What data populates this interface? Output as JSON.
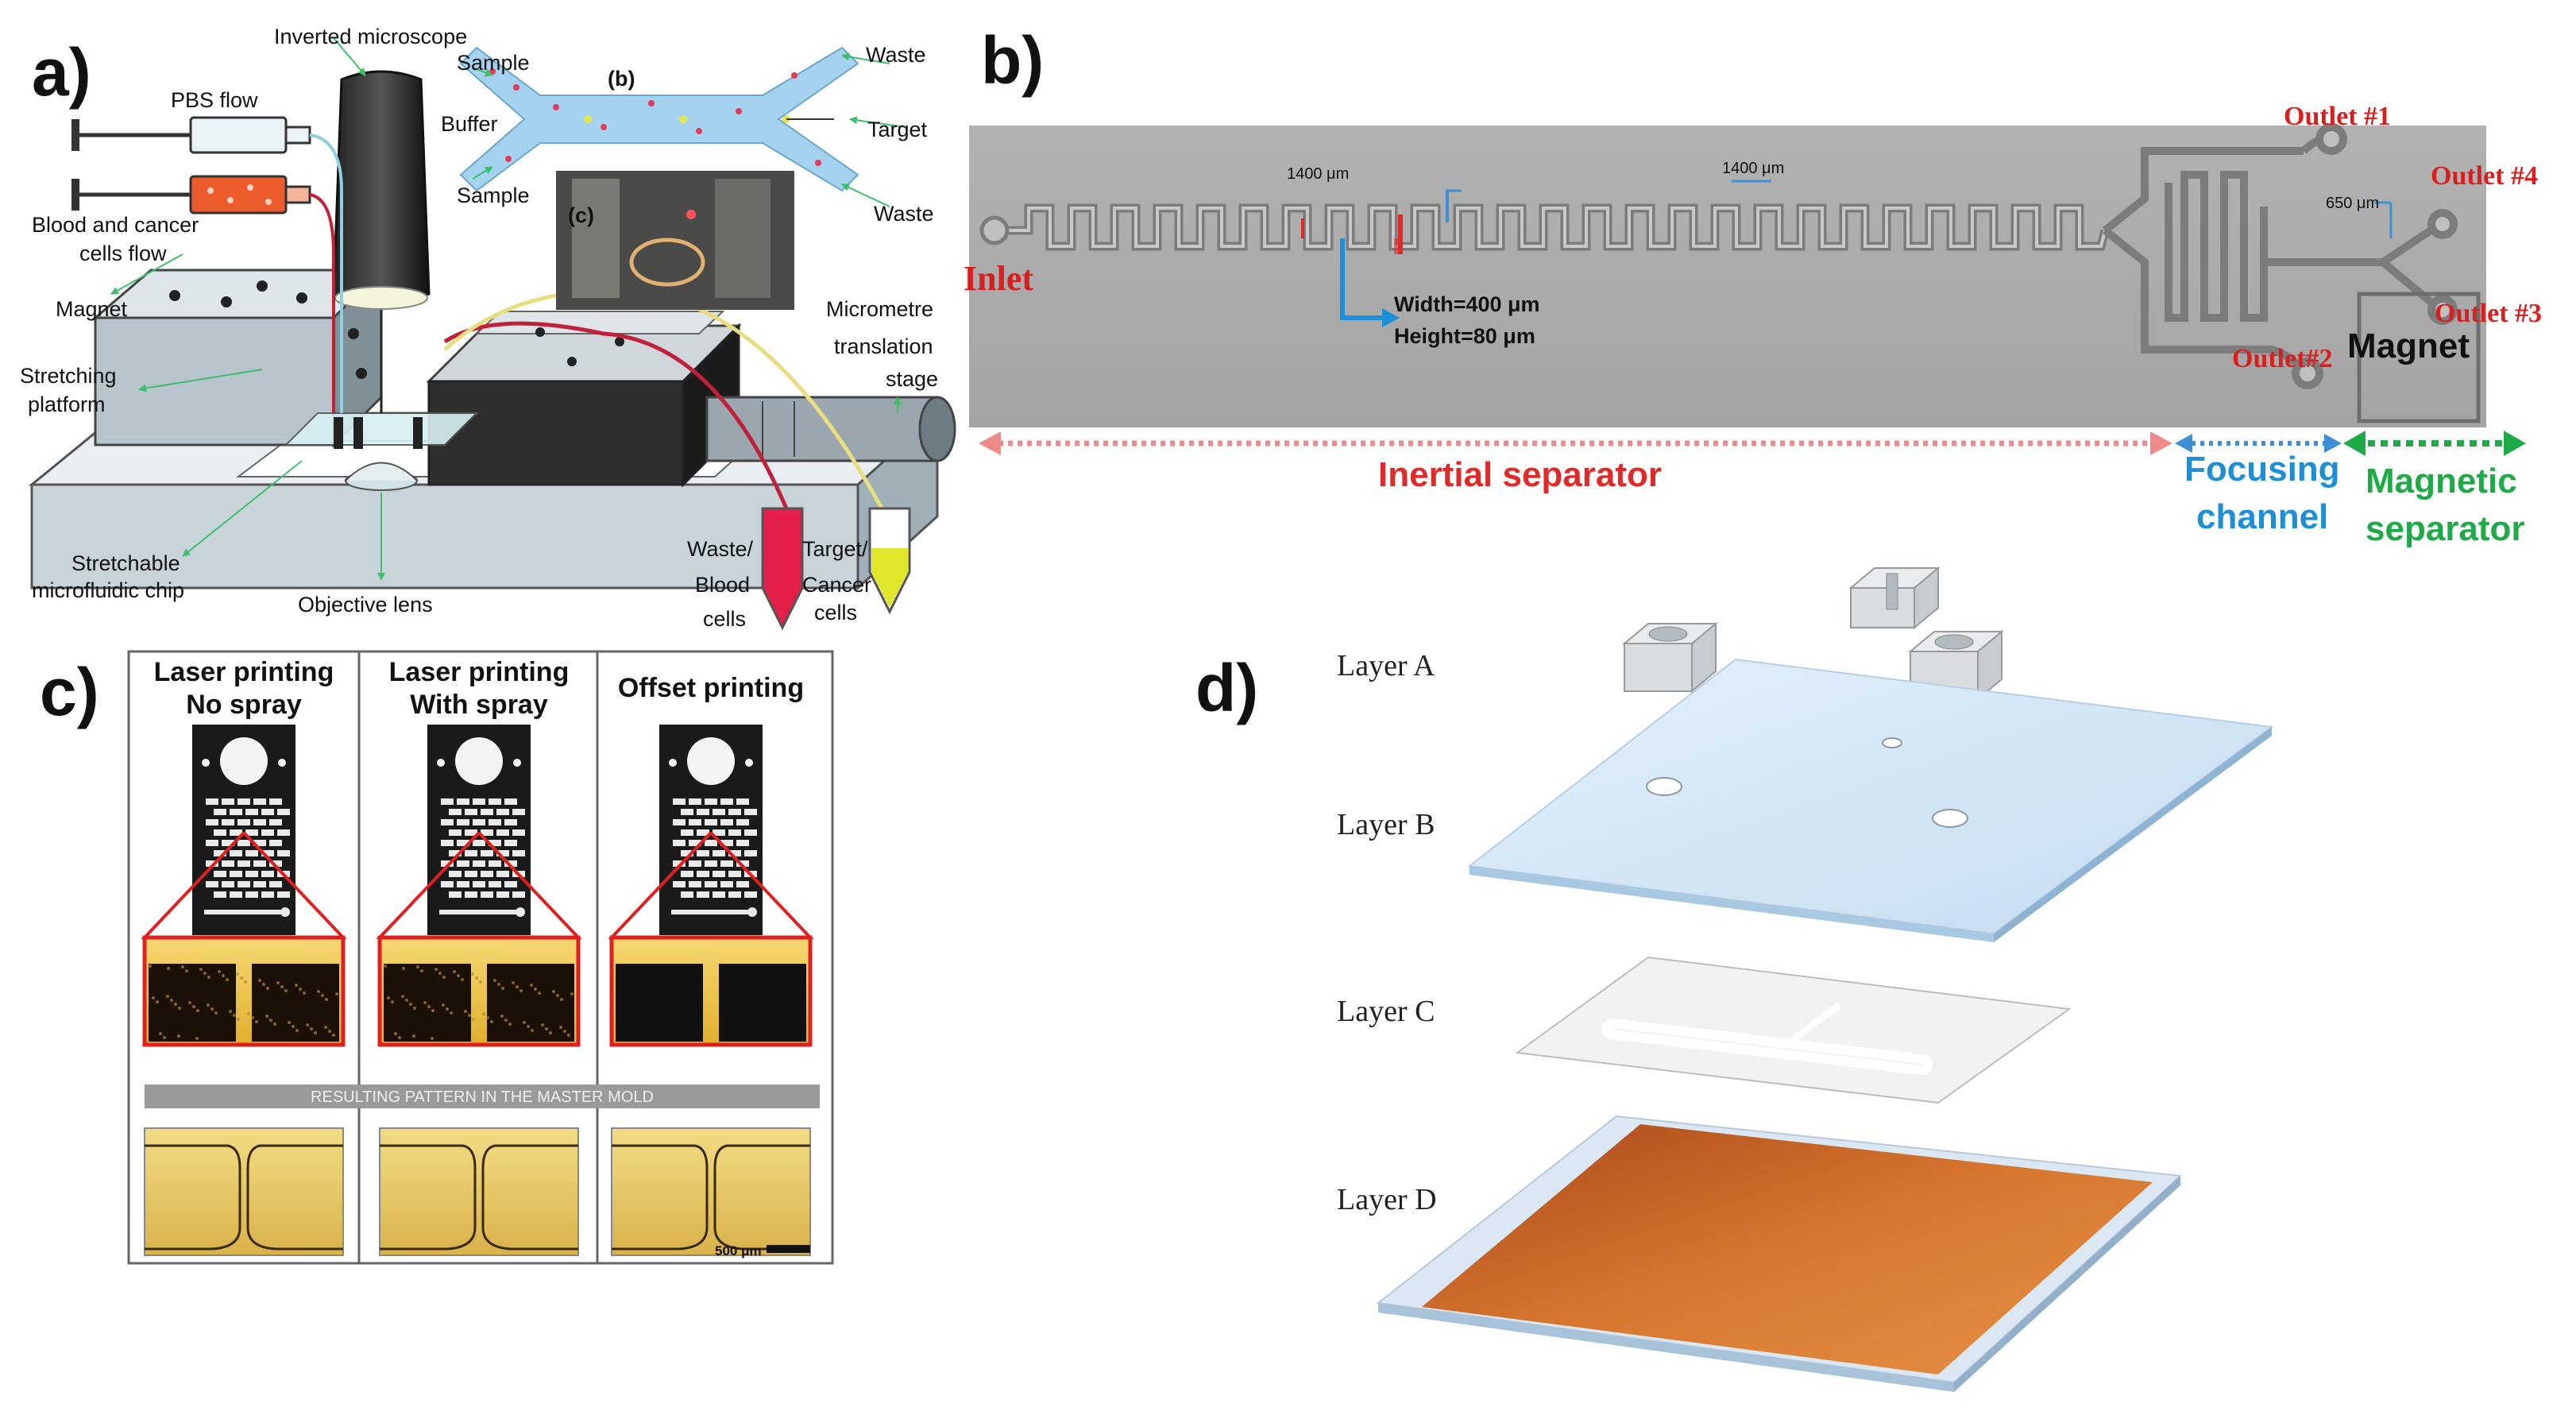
{
  "panels": {
    "a": {
      "letter": "a)",
      "labels": {
        "inverted_microscope": "Inverted microscope",
        "pbs_flow": "PBS flow",
        "blood_cancer_flow_1": "Blood and cancer",
        "blood_cancer_flow_2": "cells flow",
        "magnet": "Magnet",
        "stretching_platform_1": "Stretching",
        "stretching_platform_2": "platform",
        "sample_top": "Sample",
        "buffer": "Buffer",
        "sample_bottom": "Sample",
        "inset_b": "(b)",
        "inset_c": "(c)",
        "waste_top": "Waste",
        "target": "Target",
        "waste_bottom": "Waste",
        "micrometre_1": "Micrometre",
        "micrometre_2": "translation",
        "micrometre_3": "stage",
        "chip_1": "Stretchable",
        "chip_2": "microfluidic chip",
        "objective": "Objective lens",
        "waste_tube_1": "Waste/",
        "waste_tube_2": "Blood",
        "waste_tube_3": "cells",
        "target_tube_1": "Target/",
        "target_tube_2": "Cancer",
        "target_tube_3": "cells"
      }
    },
    "b": {
      "letter": "b)",
      "labels": {
        "dim_1400_left": "1400 μm",
        "dim_1400_right": "1400 μm",
        "dim_650": "650 μm",
        "width": "Width=400 μm",
        "height": "Height=80 μm",
        "inlet": "Inlet",
        "outlet1": "Outlet #1",
        "outlet2": "Outlet#2",
        "outlet3": "Outlet #3",
        "outlet4": "Outlet #4",
        "magnet": "Magnet",
        "inertial": "Inertial separator",
        "focusing_1": "Focusing",
        "focusing_2": "channel",
        "magnetic_1": "Magnetic",
        "magnetic_2": "separator"
      }
    },
    "c": {
      "letter": "c)",
      "columns": [
        {
          "line1": "Laser printing",
          "line2": "No spray"
        },
        {
          "line1": "Laser printing",
          "line2": "With spray"
        },
        {
          "line1": "Offset printing",
          "line2": ""
        }
      ],
      "band": "RESULTING PATTERN IN THE MASTER MOLD",
      "scale": "500 μm"
    },
    "d": {
      "letter": "d)",
      "layers": [
        "Layer A",
        "Layer B",
        "Layer C",
        "Layer D"
      ]
    }
  },
  "colors": {
    "red_accent": "#e02a2a",
    "blue_accent": "#1d8fd6",
    "green_accent": "#1faa48",
    "chip_grey": "#a7a7a7",
    "copper": "#c8662a"
  }
}
